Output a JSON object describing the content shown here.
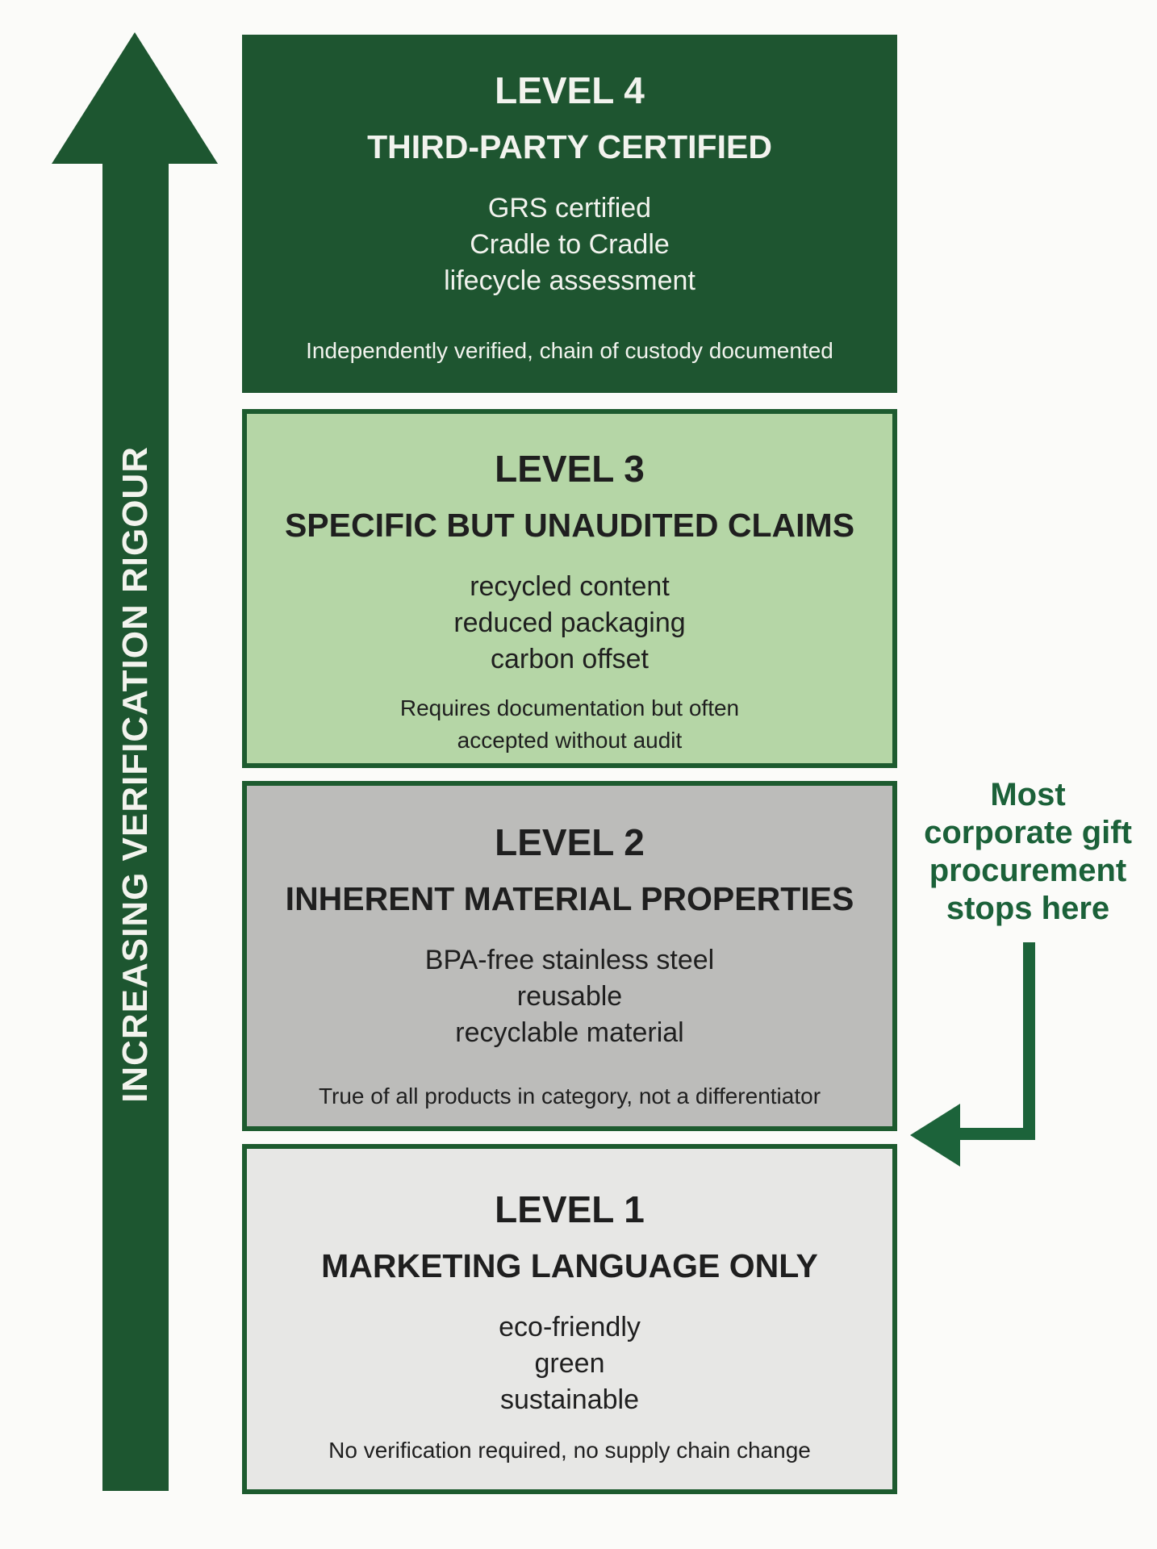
{
  "axis": {
    "label": "INCREASING VERIFICATION RIGOUR"
  },
  "levels": [
    {
      "id": "level-4",
      "title": "LEVEL 4",
      "subtitle": "THIRD-PARTY CERTIFIED",
      "examples": [
        "GRS certified",
        "Cradle to Cradle",
        "lifecycle assessment"
      ],
      "note": "Independently verified, chain of custody documented"
    },
    {
      "id": "level-3",
      "title": "LEVEL 3",
      "subtitle": "SPECIFIC BUT UNAUDITED CLAIMS",
      "examples": [
        "recycled content",
        "reduced packaging",
        "carbon offset"
      ],
      "note": "Requires documentation but often\naccepted without audit"
    },
    {
      "id": "level-2",
      "title": "LEVEL 2",
      "subtitle": "INHERENT MATERIAL PROPERTIES",
      "examples": [
        "BPA-free stainless steel",
        "reusable",
        "recyclable material"
      ],
      "note": "True of all products in category, not a differentiator"
    },
    {
      "id": "level-1",
      "title": "LEVEL 1",
      "subtitle": "MARKETING LANGUAGE ONLY",
      "examples": [
        "eco-friendly",
        "green",
        "sustainable"
      ],
      "note": "No verification required, no supply chain change"
    }
  ],
  "annotation": {
    "text": "Most\ncorporate gift\nprocurement\nstops here"
  },
  "colors": {
    "dark_green": "#1e5530",
    "border_green": "#1d5b2f",
    "light_green": "#b5d6a6",
    "mid_gray": "#bcbcba",
    "light_gray": "#e7e7e5",
    "accent_green": "#1b6139",
    "text_on_dark": "#f2f3ee",
    "text_on_light": "#1f1f1f",
    "background": "#fbfbf9"
  }
}
